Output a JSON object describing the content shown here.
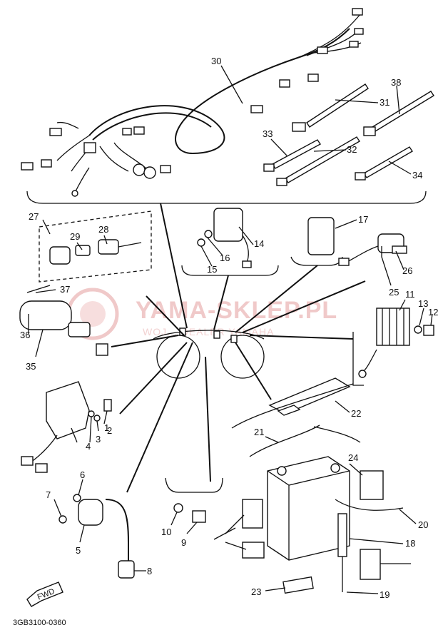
{
  "watermark": {
    "main": "YAMA-SKLEP.PL",
    "sub": "WOJ... DEALER YAMAHA"
  },
  "direction_label": "FWD",
  "drawing_code": "3GB3100-0360",
  "callouts": [
    "1",
    "2",
    "3",
    "4",
    "5",
    "6",
    "7",
    "8",
    "9",
    "10",
    "11",
    "12",
    "13",
    "14",
    "15",
    "16",
    "17",
    "18",
    "19",
    "20",
    "21",
    "22",
    "23",
    "24",
    "25",
    "26",
    "27",
    "28",
    "29",
    "30",
    "31",
    "32",
    "33",
    "34",
    "35",
    "36",
    "37",
    "38"
  ],
  "colors": {
    "line": "#111111",
    "watermark": "#f0c9c9",
    "background": "#ffffff"
  }
}
